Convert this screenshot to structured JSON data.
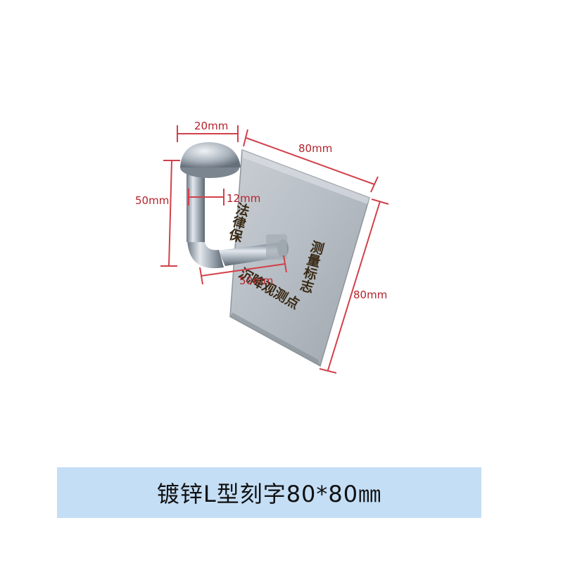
{
  "product": {
    "dimensions": {
      "head_diameter": "20mm",
      "plate_width": "80mm",
      "plate_height": "80mm",
      "hook_height": "50mm",
      "rod_diameter": "12mm",
      "rod_length": "50mm"
    },
    "engraving": {
      "line1": "测量标志",
      "line2": "法律保",
      "line3": "沉降观测点"
    }
  },
  "caption": "镀锌L型刻字80*80㎜",
  "colors": {
    "dimension_lines": "#d2404a",
    "caption_background": "#c4def5",
    "plate": "#b9c0c6"
  }
}
